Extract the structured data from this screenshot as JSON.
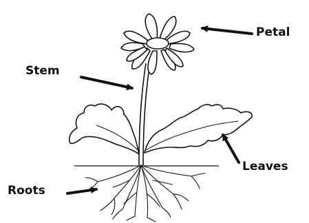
{
  "labels": {
    "petal": "Petal",
    "stem": "Stem",
    "leaves": "Leaves",
    "roots": "Roots"
  },
  "colors": {
    "ink": "#111111",
    "background": "#ffffff"
  }
}
